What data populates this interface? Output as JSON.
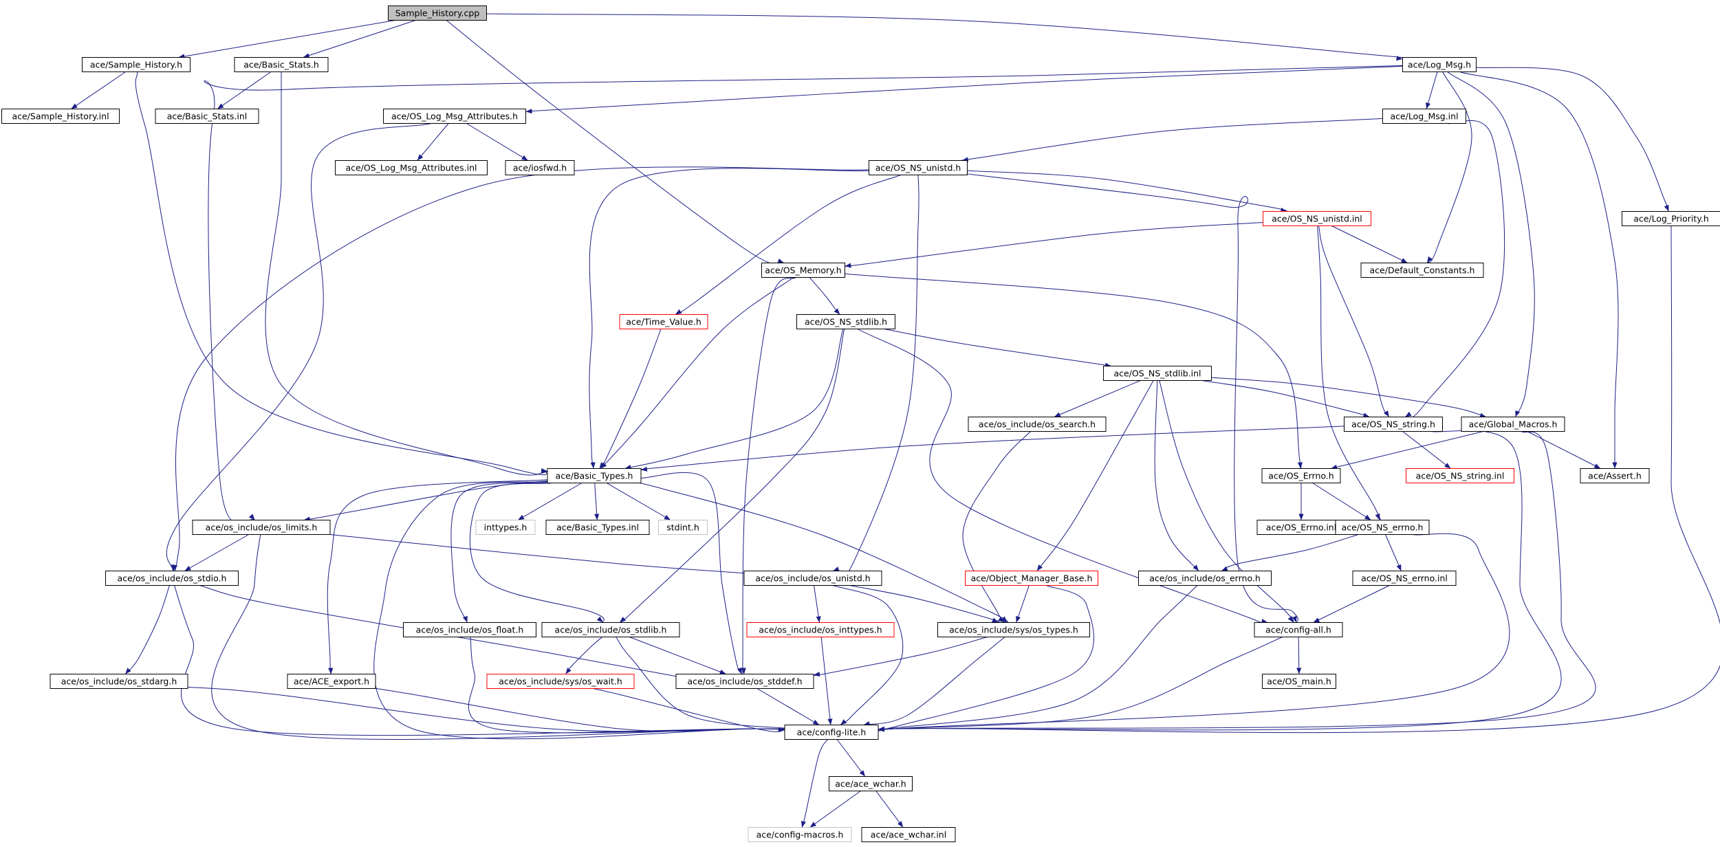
{
  "graph": {
    "colors": {
      "edge": "#1c1f86",
      "box_border": "#000000",
      "root_fill": "#bfbfbf",
      "missing_border": "#ff0000",
      "external_border": "#c0c0c0",
      "text": "#000000"
    },
    "nodes": [
      {
        "id": "sample_history_cpp",
        "label": "Sample_History.cpp",
        "kind": "root"
      },
      {
        "id": "sample_history_h",
        "label": "ace/Sample_History.h",
        "kind": "normal"
      },
      {
        "id": "basic_stats_h",
        "label": "ace/Basic_Stats.h",
        "kind": "normal"
      },
      {
        "id": "log_msg_h",
        "label": "ace/Log_Msg.h",
        "kind": "normal"
      },
      {
        "id": "sample_history_inl",
        "label": "ace/Sample_History.inl",
        "kind": "normal"
      },
      {
        "id": "basic_stats_inl",
        "label": "ace/Basic_Stats.inl",
        "kind": "normal"
      },
      {
        "id": "os_log_msg_attributes_h",
        "label": "ace/OS_Log_Msg_Attributes.h",
        "kind": "normal"
      },
      {
        "id": "log_msg_inl",
        "label": "ace/Log_Msg.inl",
        "kind": "normal"
      },
      {
        "id": "os_log_msg_attributes_inl",
        "label": "ace/OS_Log_Msg_Attributes.inl",
        "kind": "normal"
      },
      {
        "id": "iosfwd_h",
        "label": "ace/iosfwd.h",
        "kind": "normal"
      },
      {
        "id": "os_ns_unistd_h",
        "label": "ace/OS_NS_unistd.h",
        "kind": "normal"
      },
      {
        "id": "os_ns_unistd_inl",
        "label": "ace/OS_NS_unistd.inl",
        "kind": "missing"
      },
      {
        "id": "log_priority_h",
        "label": "ace/Log_Priority.h",
        "kind": "normal"
      },
      {
        "id": "os_memory_h",
        "label": "ace/OS_Memory.h",
        "kind": "normal"
      },
      {
        "id": "default_constants_h",
        "label": "ace/Default_Constants.h",
        "kind": "normal"
      },
      {
        "id": "time_value_h",
        "label": "ace/Time_Value.h",
        "kind": "missing"
      },
      {
        "id": "os_ns_stdlib_h",
        "label": "ace/OS_NS_stdlib.h",
        "kind": "normal"
      },
      {
        "id": "os_ns_stdlib_inl",
        "label": "ace/OS_NS_stdlib.inl",
        "kind": "normal"
      },
      {
        "id": "os_search_h",
        "label": "ace/os_include/os_search.h",
        "kind": "normal"
      },
      {
        "id": "os_ns_string_h",
        "label": "ace/OS_NS_string.h",
        "kind": "normal"
      },
      {
        "id": "global_macros_h",
        "label": "ace/Global_Macros.h",
        "kind": "normal"
      },
      {
        "id": "basic_types_h",
        "label": "ace/Basic_Types.h",
        "kind": "normal"
      },
      {
        "id": "os_errno_h",
        "label": "ace/OS_Errno.h",
        "kind": "normal"
      },
      {
        "id": "os_ns_string_inl",
        "label": "ace/OS_NS_string.inl",
        "kind": "missing"
      },
      {
        "id": "assert_h",
        "label": "ace/Assert.h",
        "kind": "normal"
      },
      {
        "id": "os_limits_h",
        "label": "ace/os_include/os_limits.h",
        "kind": "normal"
      },
      {
        "id": "inttypes_h",
        "label": "inttypes.h",
        "kind": "external"
      },
      {
        "id": "basic_types_inl",
        "label": "ace/Basic_Types.inl",
        "kind": "normal"
      },
      {
        "id": "stdint_h",
        "label": "stdint.h",
        "kind": "external"
      },
      {
        "id": "os_errno_inl",
        "label": "ace/OS_Errno.inl",
        "kind": "normal"
      },
      {
        "id": "os_ns_errno_h",
        "label": "ace/OS_NS_errno.h",
        "kind": "normal"
      },
      {
        "id": "os_stdio_h",
        "label": "ace/os_include/os_stdio.h",
        "kind": "normal"
      },
      {
        "id": "os_unistd_h",
        "label": "ace/os_include/os_unistd.h",
        "kind": "normal"
      },
      {
        "id": "object_manager_base_h",
        "label": "ace/Object_Manager_Base.h",
        "kind": "missing"
      },
      {
        "id": "os_include_os_errno_h",
        "label": "ace/os_include/os_errno.h",
        "kind": "normal"
      },
      {
        "id": "os_ns_errno_inl",
        "label": "ace/OS_NS_errno.inl",
        "kind": "normal"
      },
      {
        "id": "os_float_h",
        "label": "ace/os_include/os_float.h",
        "kind": "normal"
      },
      {
        "id": "os_stdlib_h",
        "label": "ace/os_include/os_stdlib.h",
        "kind": "normal"
      },
      {
        "id": "os_inttypes_h",
        "label": "ace/os_include/os_inttypes.h",
        "kind": "missing"
      },
      {
        "id": "sys_os_types_h",
        "label": "ace/os_include/sys/os_types.h",
        "kind": "normal"
      },
      {
        "id": "config_all_h",
        "label": "ace/config-all.h",
        "kind": "normal"
      },
      {
        "id": "os_stdarg_h",
        "label": "ace/os_include/os_stdarg.h",
        "kind": "normal"
      },
      {
        "id": "ace_export_h",
        "label": "ace/ACE_export.h",
        "kind": "normal"
      },
      {
        "id": "sys_os_wait_h",
        "label": "ace/os_include/sys/os_wait.h",
        "kind": "missing"
      },
      {
        "id": "os_stddef_h",
        "label": "ace/os_include/os_stddef.h",
        "kind": "normal"
      },
      {
        "id": "os_main_h",
        "label": "ace/OS_main.h",
        "kind": "normal"
      },
      {
        "id": "config_lite_h",
        "label": "ace/config-lite.h",
        "kind": "normal"
      },
      {
        "id": "ace_wchar_h",
        "label": "ace/ace_wchar.h",
        "kind": "normal"
      },
      {
        "id": "config_macros_h",
        "label": "ace/config-macros.h",
        "kind": "external"
      },
      {
        "id": "ace_wchar_inl",
        "label": "ace/ace_wchar.inl",
        "kind": "normal"
      }
    ],
    "edges": [
      [
        "sample_history_cpp",
        "sample_history_h"
      ],
      [
        "sample_history_cpp",
        "basic_stats_h"
      ],
      [
        "sample_history_cpp",
        "log_msg_h"
      ],
      [
        "sample_history_cpp",
        "os_memory_h"
      ],
      [
        "sample_history_h",
        "sample_history_inl"
      ],
      [
        "sample_history_h",
        "basic_types_h"
      ],
      [
        "basic_stats_h",
        "basic_stats_inl"
      ],
      [
        "basic_stats_h",
        "basic_types_h"
      ],
      [
        "log_msg_h",
        "os_log_msg_attributes_h"
      ],
      [
        "log_msg_h",
        "log_msg_inl"
      ],
      [
        "log_msg_h",
        "default_constants_h"
      ],
      [
        "log_msg_h",
        "global_macros_h"
      ],
      [
        "log_msg_h",
        "assert_h"
      ],
      [
        "log_msg_h",
        "log_priority_h"
      ],
      [
        "log_msg_h",
        "os_limits_h"
      ],
      [
        "os_log_msg_attributes_h",
        "os_log_msg_attributes_inl"
      ],
      [
        "os_log_msg_attributes_h",
        "iosfwd_h"
      ],
      [
        "os_log_msg_attributes_h",
        "os_stdio_h"
      ],
      [
        "log_msg_inl",
        "os_ns_unistd_h"
      ],
      [
        "log_msg_inl",
        "os_ns_string_h"
      ],
      [
        "os_ns_unistd_h",
        "os_ns_unistd_inl"
      ],
      [
        "os_ns_unistd_h",
        "time_value_h"
      ],
      [
        "os_ns_unistd_h",
        "basic_types_h"
      ],
      [
        "os_ns_unistd_h",
        "os_stdio_h"
      ],
      [
        "os_ns_unistd_h",
        "os_unistd_h"
      ],
      [
        "os_ns_unistd_h",
        "config_all_h"
      ],
      [
        "os_ns_unistd_inl",
        "os_memory_h"
      ],
      [
        "os_ns_unistd_inl",
        "default_constants_h"
      ],
      [
        "os_ns_unistd_inl",
        "os_ns_string_h"
      ],
      [
        "os_ns_unistd_inl",
        "os_ns_errno_h"
      ],
      [
        "log_priority_h",
        "config_lite_h"
      ],
      [
        "os_memory_h",
        "os_ns_stdlib_h"
      ],
      [
        "os_memory_h",
        "basic_types_h"
      ],
      [
        "os_memory_h",
        "os_errno_h"
      ],
      [
        "os_memory_h",
        "os_stddef_h"
      ],
      [
        "time_value_h",
        "basic_types_h"
      ],
      [
        "os_ns_stdlib_h",
        "os_ns_stdlib_inl"
      ],
      [
        "os_ns_stdlib_h",
        "basic_types_h"
      ],
      [
        "os_ns_stdlib_h",
        "os_stdlib_h"
      ],
      [
        "os_ns_stdlib_h",
        "config_all_h"
      ],
      [
        "os_ns_stdlib_inl",
        "os_search_h"
      ],
      [
        "os_ns_stdlib_inl",
        "os_ns_string_h"
      ],
      [
        "os_ns_stdlib_inl",
        "global_macros_h"
      ],
      [
        "os_ns_stdlib_inl",
        "object_manager_base_h"
      ],
      [
        "os_ns_stdlib_inl",
        "os_include_os_errno_h"
      ],
      [
        "os_ns_stdlib_inl",
        "config_all_h"
      ],
      [
        "os_search_h",
        "sys_os_types_h"
      ],
      [
        "os_ns_string_h",
        "os_ns_string_inl"
      ],
      [
        "os_ns_string_h",
        "basic_types_h"
      ],
      [
        "os_ns_string_h",
        "config_lite_h"
      ],
      [
        "global_macros_h",
        "os_errno_h"
      ],
      [
        "global_macros_h",
        "assert_h"
      ],
      [
        "global_macros_h",
        "config_lite_h"
      ],
      [
        "os_errno_h",
        "os_errno_inl"
      ],
      [
        "os_errno_h",
        "os_ns_errno_h"
      ],
      [
        "os_ns_errno_h",
        "os_ns_errno_inl"
      ],
      [
        "os_ns_errno_h",
        "os_include_os_errno_h"
      ],
      [
        "os_ns_errno_h",
        "config_lite_h"
      ],
      [
        "os_ns_errno_inl",
        "config_all_h"
      ],
      [
        "basic_types_h",
        "os_limits_h"
      ],
      [
        "basic_types_h",
        "inttypes_h"
      ],
      [
        "basic_types_h",
        "basic_types_inl"
      ],
      [
        "basic_types_h",
        "stdint_h"
      ],
      [
        "basic_types_h",
        "os_float_h"
      ],
      [
        "basic_types_h",
        "os_stdlib_h"
      ],
      [
        "basic_types_h",
        "ace_export_h"
      ],
      [
        "basic_types_h",
        "sys_os_types_h"
      ],
      [
        "basic_types_h",
        "os_stddef_h"
      ],
      [
        "basic_types_h",
        "config_lite_h"
      ],
      [
        "os_limits_h",
        "os_stdio_h"
      ],
      [
        "os_limits_h",
        "os_unistd_h"
      ],
      [
        "os_limits_h",
        "config_lite_h"
      ],
      [
        "os_stdio_h",
        "os_stdarg_h"
      ],
      [
        "os_stdio_h",
        "os_stddef_h"
      ],
      [
        "os_stdio_h",
        "config_lite_h"
      ],
      [
        "os_unistd_h",
        "os_inttypes_h"
      ],
      [
        "os_unistd_h",
        "sys_os_types_h"
      ],
      [
        "os_unistd_h",
        "config_lite_h"
      ],
      [
        "object_manager_base_h",
        "sys_os_types_h"
      ],
      [
        "object_manager_base_h",
        "config_lite_h"
      ],
      [
        "os_include_os_errno_h",
        "config_lite_h"
      ],
      [
        "os_float_h",
        "config_lite_h"
      ],
      [
        "os_stdlib_h",
        "sys_os_wait_h"
      ],
      [
        "os_stdlib_h",
        "os_stddef_h"
      ],
      [
        "os_stdlib_h",
        "config_lite_h"
      ],
      [
        "os_inttypes_h",
        "config_lite_h"
      ],
      [
        "sys_os_types_h",
        "os_stddef_h"
      ],
      [
        "sys_os_types_h",
        "config_lite_h"
      ],
      [
        "config_all_h",
        "os_main_h"
      ],
      [
        "config_all_h",
        "config_lite_h"
      ],
      [
        "os_stdarg_h",
        "config_lite_h"
      ],
      [
        "ace_export_h",
        "config_lite_h"
      ],
      [
        "sys_os_wait_h",
        "config_lite_h"
      ],
      [
        "os_stddef_h",
        "config_lite_h"
      ],
      [
        "config_lite_h",
        "ace_wchar_h"
      ],
      [
        "config_lite_h",
        "config_macros_h"
      ],
      [
        "ace_wchar_h",
        "config_macros_h"
      ],
      [
        "ace_wchar_h",
        "ace_wchar_inl"
      ]
    ]
  }
}
